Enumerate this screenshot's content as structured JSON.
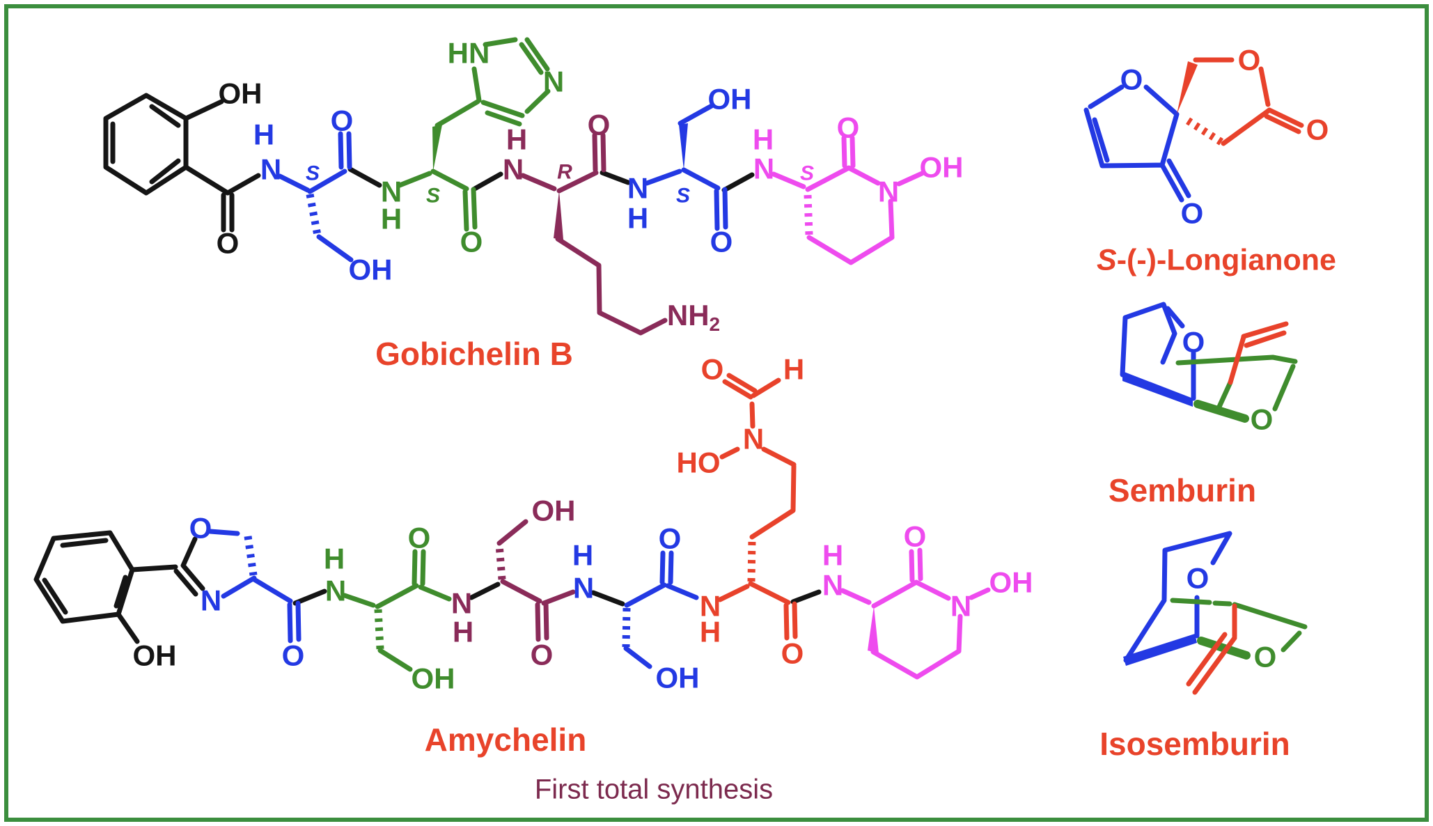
{
  "figure": {
    "background": "#ffffff",
    "border_color": "#3b8e3e"
  },
  "labels": {
    "gobichelin_b": "Gobichelin B",
    "amychelin": "Amychelin",
    "longianone_prefix": "S",
    "longianone_rest": "-(-)-Longianone",
    "semburin": "Semburin",
    "isosemburin": "Isosemburin",
    "caption": "First total synthesis"
  },
  "symbols": {
    "O": "O",
    "OH": "OH",
    "HO": "HO",
    "N": "N",
    "H": "H",
    "HN": "HN",
    "NH": "NH",
    "sub2": "2",
    "S": "S",
    "R": "R"
  },
  "colors": {
    "black": "#151515",
    "blue": "#2339e3",
    "green": "#3f8c2d",
    "maroon": "#8a2b59",
    "magenta": "#ee4bee",
    "red_orange": "#e8422b",
    "caption_text": "#7c2a4e",
    "border": "#3b8e3e"
  }
}
